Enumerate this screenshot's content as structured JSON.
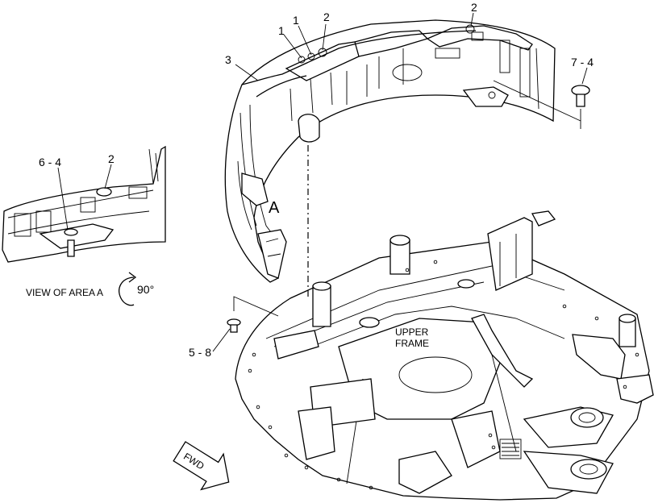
{
  "callouts": {
    "c1a": "1",
    "c1b": "1",
    "c2a": "2",
    "c2b": "2",
    "c3": "3",
    "c74": "7 - 4",
    "c64": "6 - 4",
    "c2c": "2",
    "c58": "5 - 8"
  },
  "area_label": "A",
  "view_label": "VIEW OF AREA A",
  "rotation_label": "90°",
  "frame_label_line1": "UPPER",
  "frame_label_line2": "FRAME",
  "fwd_label": "FWD"
}
